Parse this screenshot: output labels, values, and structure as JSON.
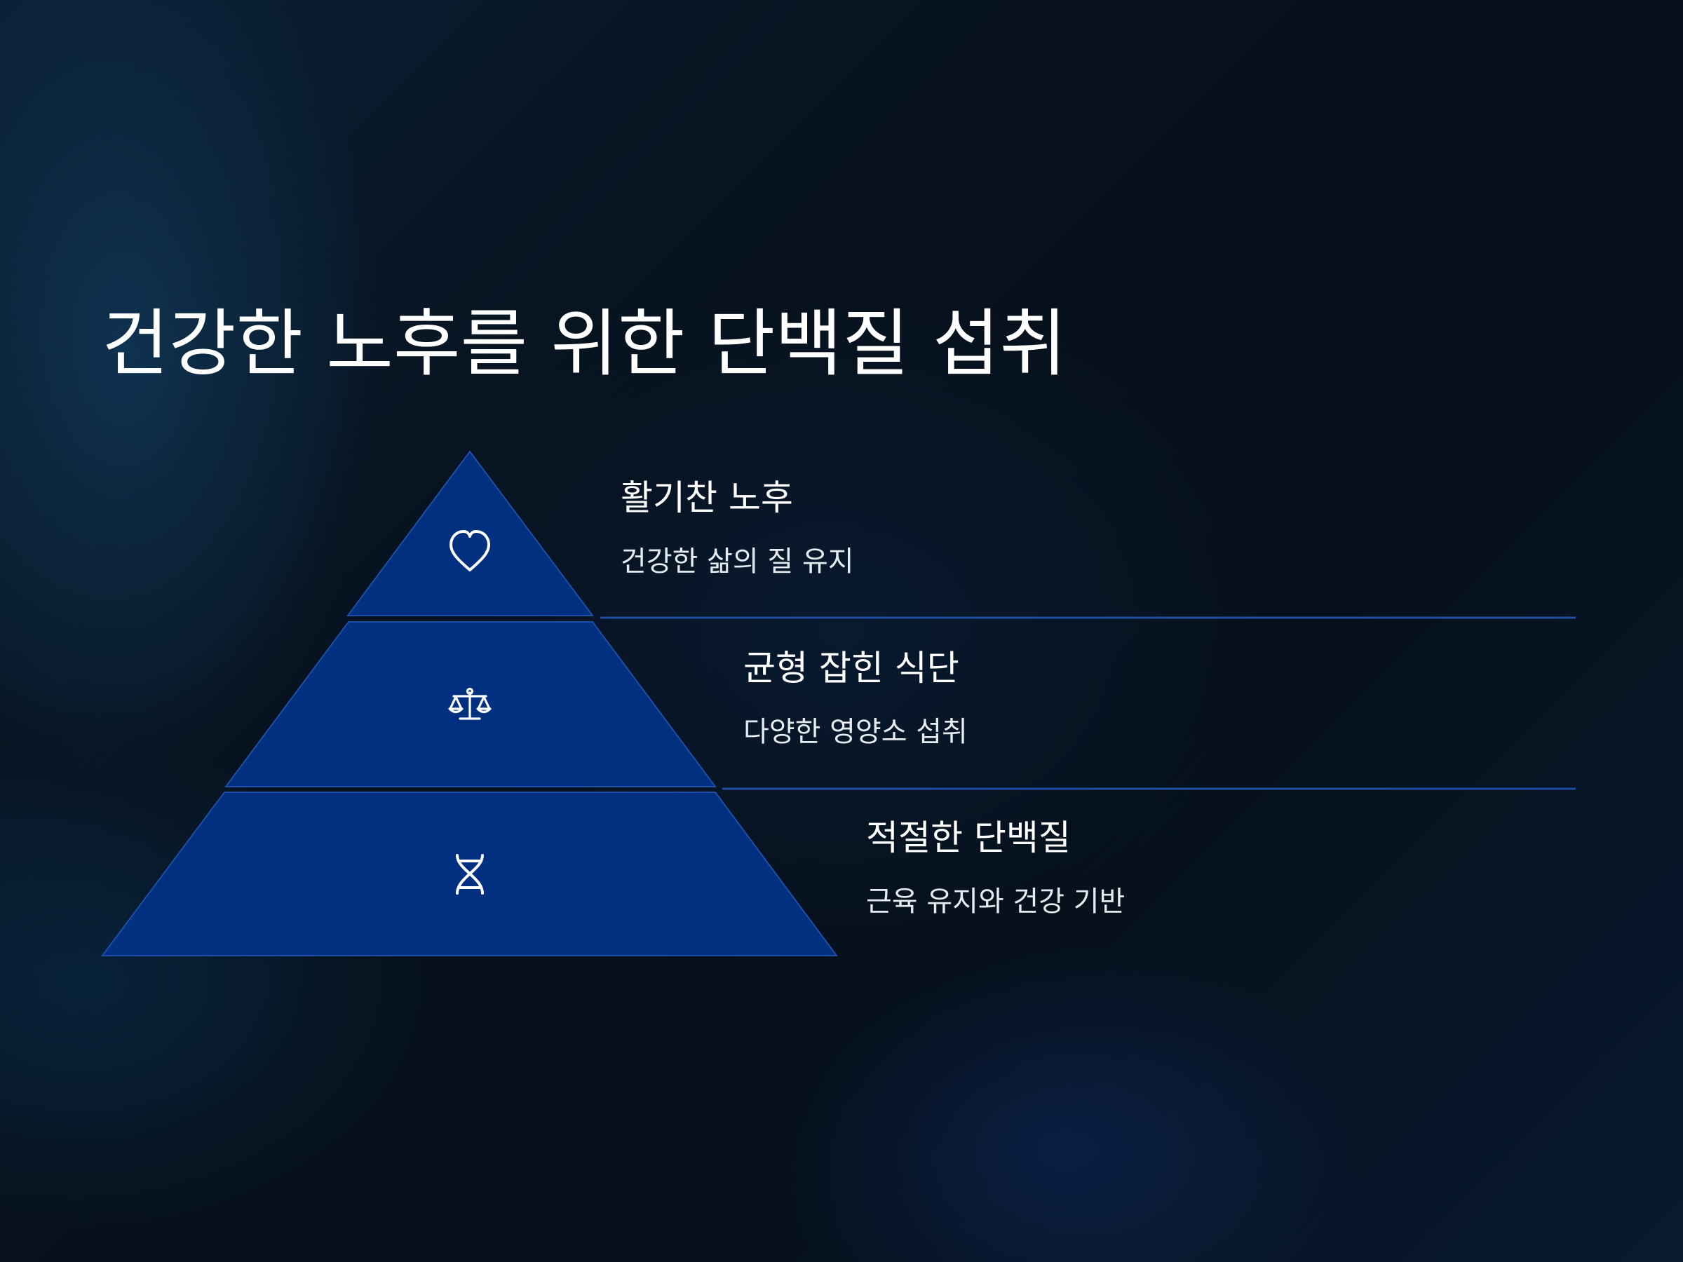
{
  "slide": {
    "title": "건강한 노후를 위한 단백질 섭취"
  },
  "pyramid": {
    "fill_color": "#00307f",
    "edge_color": "#1e4fa8",
    "divider_color": "#1f4ea3",
    "tiers": [
      {
        "icon": "heart-icon",
        "heading": "활기찬 노후",
        "description": "건강한 삶의 질 유지"
      },
      {
        "icon": "balance-scale-icon",
        "heading": "균형 잡힌 식단",
        "description": "다양한 영양소 섭취"
      },
      {
        "icon": "dna-icon",
        "heading": "적절한 단백질",
        "description": "근육 유지와 건강 기반"
      }
    ]
  }
}
